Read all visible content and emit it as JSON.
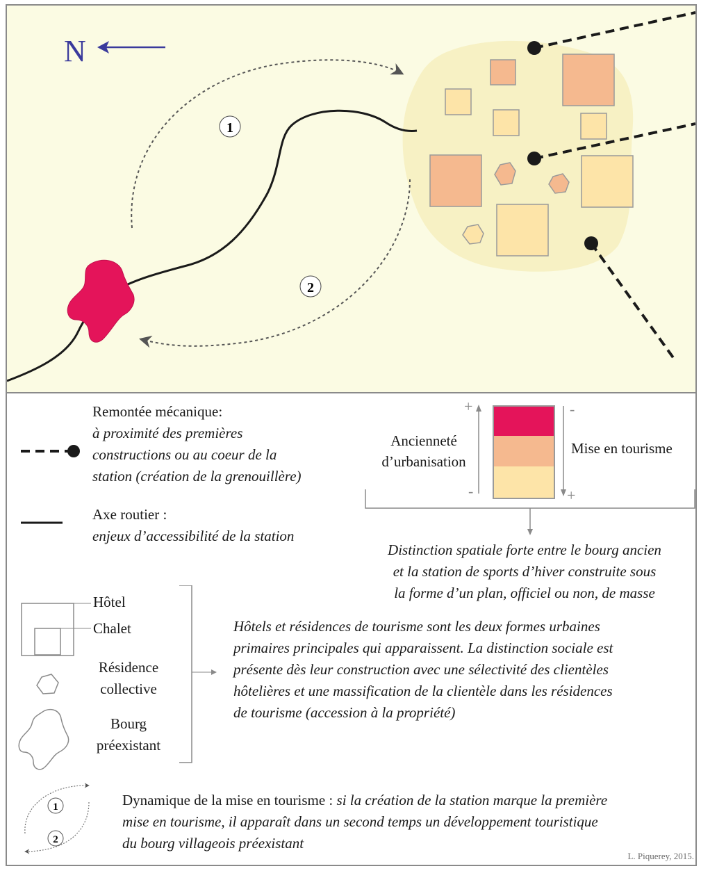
{
  "map": {
    "north_letter": "N",
    "step_1": "1",
    "step_2": "2"
  },
  "colors": {
    "background_map": "#fbfbe3",
    "station_area": "#f7f1c4",
    "oldest": "#e4145a",
    "medium": "#f5b98f",
    "recent": "#fde4a8",
    "north_arrow": "#3a3a9c"
  },
  "legend": {
    "lift": {
      "title": "Remontée mécanique:",
      "desc_lines": [
        "à proximité des premières",
        "constructions ou au coeur de la",
        "station (création de la grenouillère)"
      ]
    },
    "road": {
      "title": "Axe routier :",
      "desc": "enjeux d’accessibilité de la station"
    },
    "scale": {
      "left_lines": [
        "Ancienneté",
        "d’urbanisation"
      ],
      "right_label": "Mise en tourisme",
      "plus": "+",
      "minus": "-"
    },
    "distinction_lines": [
      "Distinction spatiale forte entre le bourg ancien",
      "et la station de sports d’hiver construite sous",
      "la forme d’un plan, officiel ou non, de masse"
    ],
    "forms": {
      "hotel": "Hôtel",
      "chalet": "Chalet",
      "residence_lines": [
        "Résidence",
        "collective"
      ],
      "bourg_lines": [
        "Bourg",
        "préexistant"
      ]
    },
    "forms_text_lines": [
      "Hôtels et résidences de tourisme sont les deux formes urbaines",
      "primaires principales qui apparaissent. La distinction sociale est",
      "présente dès leur construction avec une sélectivité des clientèles",
      "hôtelières et une massification de la clientèle dans les résidences",
      "de tourisme (accession à la propriété)"
    ],
    "dynamics": {
      "step_1": "1",
      "step_2": "2",
      "lead": "Dynamique de la mise en tourisme : ",
      "line1_italic": "si la création de la station marque la première",
      "line2": "mise en tourisme, il apparaît dans un second temps un développement touristique",
      "line3": "du bourg villageois préexistant"
    }
  },
  "credit": "L. Piquerey, 2015."
}
